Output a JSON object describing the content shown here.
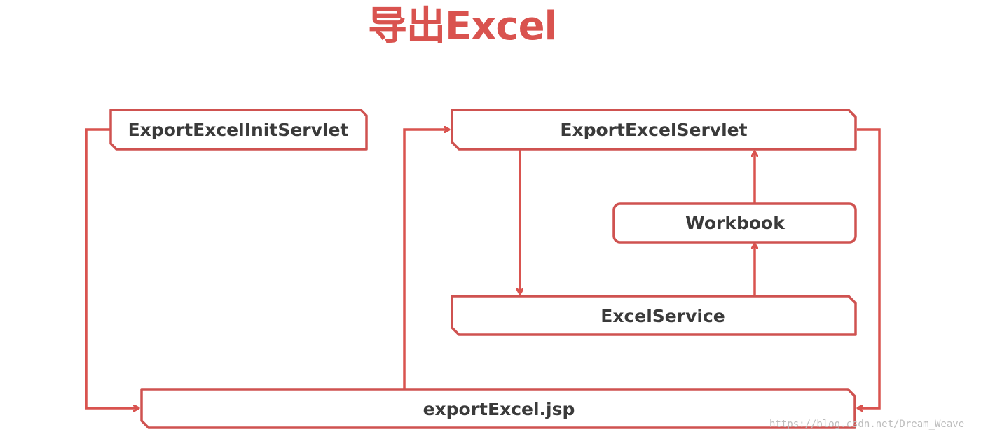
{
  "title": "导出Excel",
  "colors": {
    "accent": "#d9534f",
    "box_border": "#cf5250",
    "text": "#3a3a3a",
    "watermark": "#bdbdbd"
  },
  "nodes": {
    "export_excel_init_servlet": "ExportExcelInitServlet",
    "export_excel_servlet": "ExportExcelServlet",
    "workbook": "Workbook",
    "excel_service": "ExcelService",
    "export_excel_jsp": "exportExcel.jsp"
  },
  "edges": [
    {
      "from": "ExportExcelInitServlet",
      "to": "exportExcel.jsp"
    },
    {
      "from": "exportExcel.jsp",
      "to": "ExportExcelServlet"
    },
    {
      "from": "ExportExcelServlet",
      "to": "ExcelService"
    },
    {
      "from": "ExcelService",
      "to": "Workbook"
    },
    {
      "from": "Workbook",
      "to": "ExportExcelServlet"
    },
    {
      "from": "ExportExcelServlet",
      "to": "exportExcel.jsp"
    }
  ],
  "watermark": "https://blog.csdn.net/Dream_Weave"
}
